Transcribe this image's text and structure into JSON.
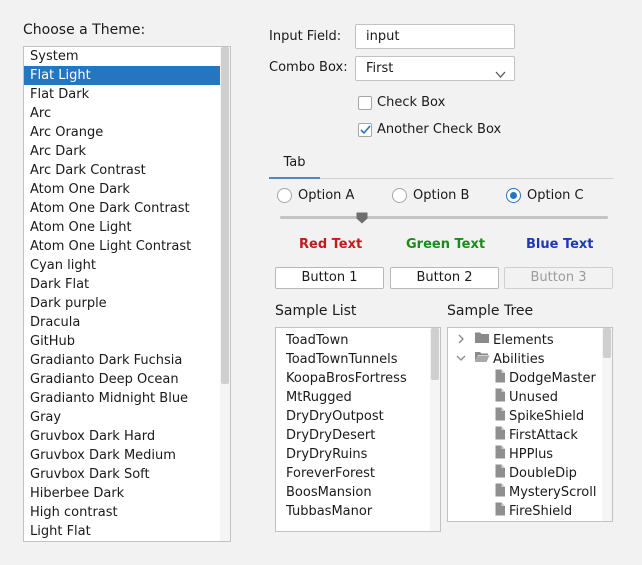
{
  "theme_panel": {
    "label": "Choose a Theme:",
    "selected_index": 1,
    "items": [
      "System",
      "Flat Light",
      "Flat Dark",
      "Arc",
      "Arc Orange",
      "Arc Dark",
      "Arc Dark Contrast",
      "Atom One Dark",
      "Atom One Dark Contrast",
      "Atom One Light",
      "Atom One Light Contrast",
      "Cyan light",
      "Dark Flat",
      "Dark purple",
      "Dracula",
      "GitHub",
      "Gradianto Dark Fuchsia",
      "Gradianto Deep Ocean",
      "Gradianto Midnight Blue",
      "Gray",
      "Gruvbox Dark Hard",
      "Gruvbox Dark Medium",
      "Gruvbox Dark Soft",
      "Hiberbee Dark",
      "High contrast",
      "Light Flat"
    ]
  },
  "form": {
    "input_label": "Input Field:",
    "input_value": "input",
    "combo_label": "Combo Box:",
    "combo_value": "First",
    "checkbox1": {
      "label": "Check Box",
      "checked": false
    },
    "checkbox2": {
      "label": "Another Check Box",
      "checked": true
    }
  },
  "tabs": [
    {
      "label": "Tab",
      "selected": true
    }
  ],
  "radios": [
    {
      "label": "Option A",
      "checked": false
    },
    {
      "label": "Option B",
      "checked": false
    },
    {
      "label": "Option C",
      "checked": true
    }
  ],
  "slider": {
    "value_fraction": 0.25
  },
  "colored_texts": [
    {
      "label": "Red Text",
      "color": "#c01c1c"
    },
    {
      "label": "Green Text",
      "color": "#1c8a1c"
    },
    {
      "label": "Blue Text",
      "color": "#1c38b8"
    }
  ],
  "buttons": [
    {
      "label": "Button 1",
      "enabled": true
    },
    {
      "label": "Button 2",
      "enabled": true
    },
    {
      "label": "Button 3",
      "enabled": false
    }
  ],
  "sample_list": {
    "title": "Sample List",
    "items": [
      "ToadTown",
      "ToadTownTunnels",
      "KoopaBrosFortress",
      "MtRugged",
      "DryDryOutpost",
      "DryDryDesert",
      "DryDryRuins",
      "ForeverForest",
      "BoosMansion",
      "TubbasManor"
    ]
  },
  "sample_tree": {
    "title": "Sample Tree",
    "nodes": [
      {
        "label": "Elements",
        "type": "folder",
        "expanded": false,
        "depth": 0
      },
      {
        "label": "Abilities",
        "type": "folder",
        "expanded": true,
        "depth": 0
      },
      {
        "label": "DodgeMaster",
        "type": "file",
        "depth": 1
      },
      {
        "label": "Unused",
        "type": "file",
        "depth": 1
      },
      {
        "label": "SpikeShield",
        "type": "file",
        "depth": 1
      },
      {
        "label": "FirstAttack",
        "type": "file",
        "depth": 1
      },
      {
        "label": "HPPlus",
        "type": "file",
        "depth": 1
      },
      {
        "label": "DoubleDip",
        "type": "file",
        "depth": 1
      },
      {
        "label": "MysteryScroll",
        "type": "file",
        "depth": 1
      },
      {
        "label": "FireShield",
        "type": "file",
        "depth": 1
      }
    ]
  },
  "colors": {
    "accent": "#2675bf",
    "tab_underline": "#4a88c7"
  }
}
